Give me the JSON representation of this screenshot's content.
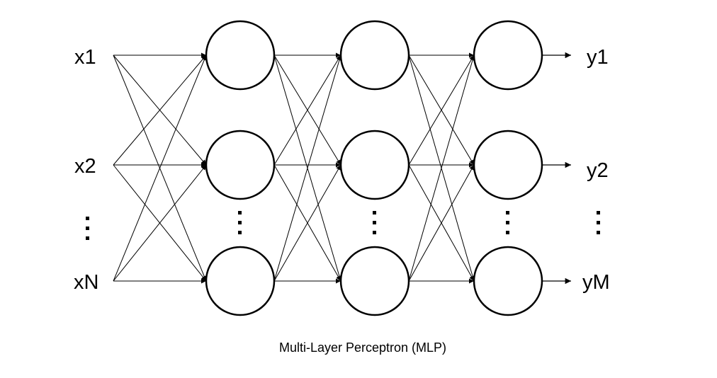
{
  "diagram": {
    "caption": "Multi-Layer Perceptron (MLP)",
    "input_labels": [
      "x1",
      "x2",
      "xN"
    ],
    "output_labels": [
      "y1",
      "y2",
      "yM"
    ],
    "hidden_layers": 3,
    "visible_nodes_per_layer": 3,
    "ellipsis_symbol": "⋮",
    "colors": {
      "stroke": "#000000",
      "background": "#ffffff"
    }
  }
}
